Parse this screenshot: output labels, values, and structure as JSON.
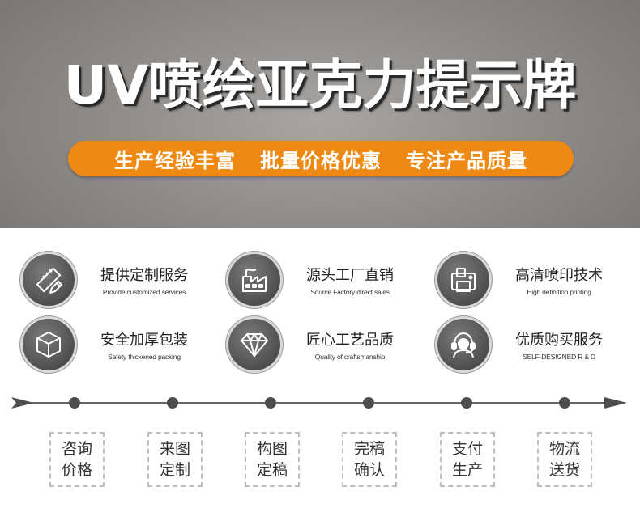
{
  "banner": {
    "title": "UV喷绘亚克力提示牌",
    "slogan": [
      "生产经验丰富",
      "批量价格优惠",
      "专注产品质量"
    ],
    "accent_color": "#ee8a14"
  },
  "features": [
    {
      "zh": "提供定制服务",
      "en": "Provide customized services",
      "icon": "pencil-ruler-icon"
    },
    {
      "zh": "源头工厂直销",
      "en": "Source Factory direct sales",
      "icon": "factory-icon"
    },
    {
      "zh": "高清喷印技术",
      "en": "High definition printing",
      "icon": "printer-icon"
    },
    {
      "zh": "安全加厚包装",
      "en": "Safety thickened packing",
      "icon": "box-icon"
    },
    {
      "zh": "匠心工艺品质",
      "en": "Quality of craftsmanship",
      "icon": "diamond-icon"
    },
    {
      "zh": "优质购买服务",
      "en": "SELF-DESIGNED R & D",
      "icon": "headset-icon"
    }
  ],
  "steps": [
    [
      "咨询",
      "价格"
    ],
    [
      "来图",
      "定制"
    ],
    [
      "构图",
      "定稿"
    ],
    [
      "完稿",
      "确认"
    ],
    [
      "支付",
      "生产"
    ],
    [
      "物流",
      "送货"
    ]
  ]
}
